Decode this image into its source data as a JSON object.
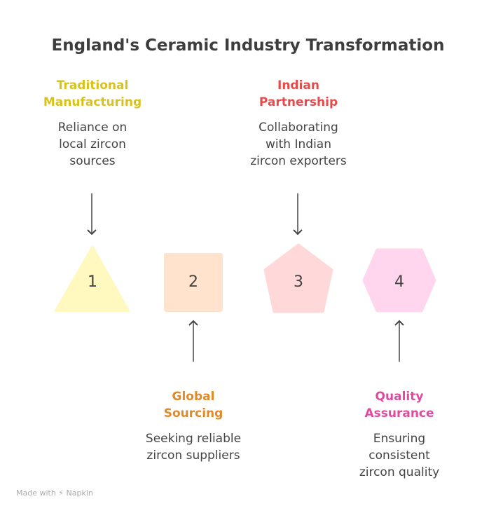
{
  "title": "England's Ceramic Industry Transformation",
  "steps": [
    {
      "num": "1",
      "label_1": "Traditional",
      "label_2": "Manufacturing",
      "desc": [
        "Reliance on",
        "local zircon",
        "sources"
      ],
      "color": "#d9c21a",
      "fill": "#fff8bf"
    },
    {
      "num": "2",
      "label_1": "Global",
      "label_2": "Sourcing",
      "desc": [
        "Seeking reliable",
        "zircon suppliers"
      ],
      "color": "#e08a2a",
      "fill": "#ffe3cc"
    },
    {
      "num": "3",
      "label_1": "Indian",
      "label_2": "Partnership",
      "desc": [
        "Collaborating",
        "with Indian",
        "zircon exporters"
      ],
      "color": "#e64a4a",
      "fill": "#ffd9d9"
    },
    {
      "num": "4",
      "label_1": "Quality",
      "label_2": "Assurance",
      "desc": [
        "Ensuring",
        "consistent",
        "zircon quality"
      ],
      "color": "#e04aa0",
      "fill": "#ffd6ee"
    }
  ],
  "footer": "Made with ⚡ Napkin"
}
